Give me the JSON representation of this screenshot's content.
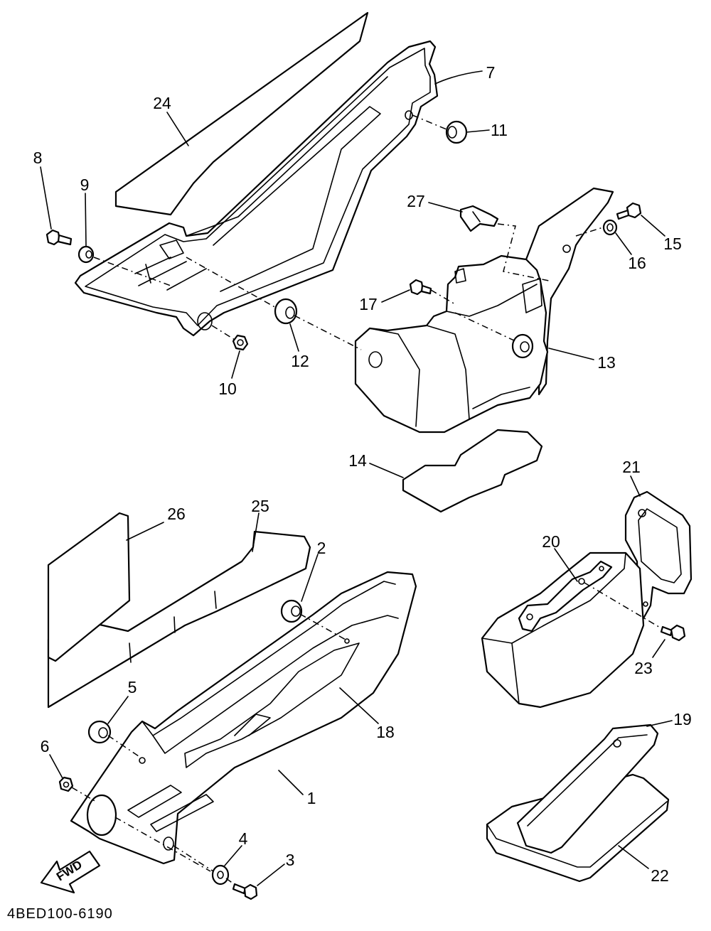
{
  "callouts": {
    "p1": "1",
    "p2": "2",
    "p3": "3",
    "p4": "4",
    "p5": "5",
    "p6": "6",
    "p7": "7",
    "p8": "8",
    "p9": "9",
    "p10": "10",
    "p11": "11",
    "p12": "12",
    "p13": "13",
    "p14": "14",
    "p15": "15",
    "p16": "16",
    "p17": "17",
    "p18": "18",
    "p19": "19",
    "p20": "20",
    "p21": "21",
    "p22": "22",
    "p23": "23",
    "p24": "24",
    "p25": "25",
    "p26": "26",
    "p27": "27"
  },
  "fwd_label": "FWD",
  "diagram_code": "4BED100-6190"
}
